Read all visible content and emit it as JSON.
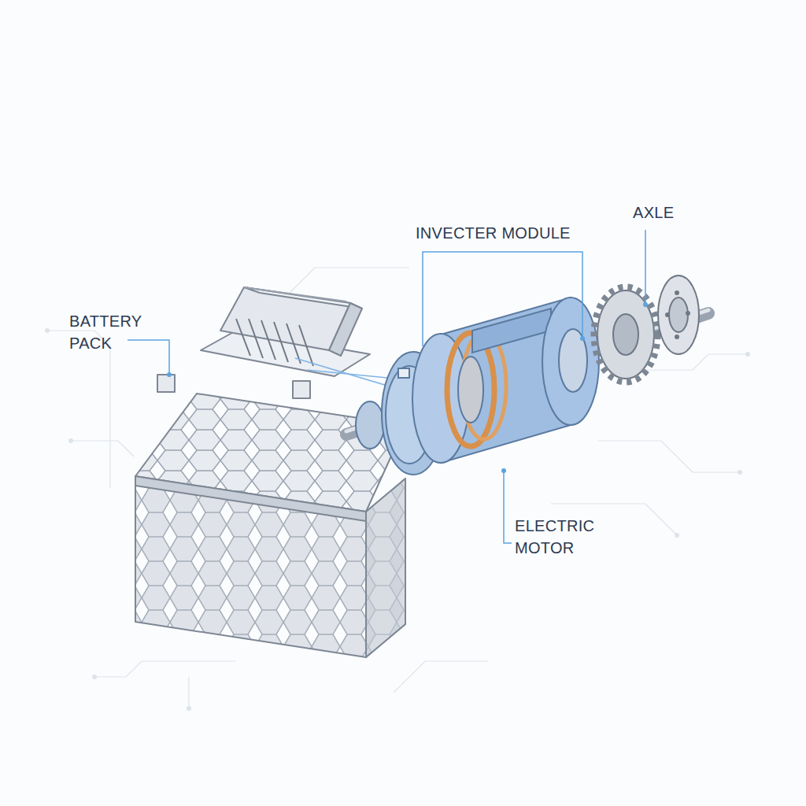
{
  "diagram": {
    "labels": [
      "BATTERY PACK",
      "INVECTER MODULE",
      "AXLE",
      "ELECTRIC MOTOR"
    ]
  }
}
